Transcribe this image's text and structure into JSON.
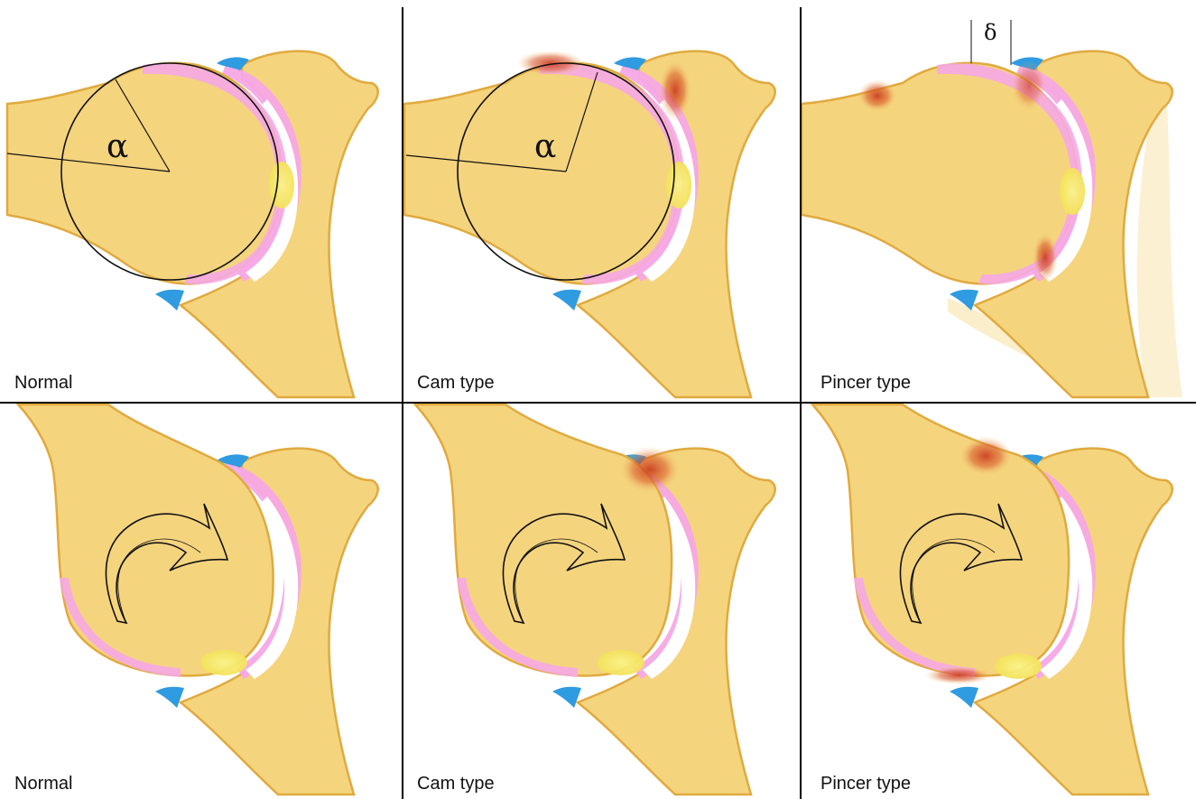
{
  "colors": {
    "bone_fill": "#f5d47e",
    "bone_outline": "#e0aa3e",
    "cartilage": "#f6a8e6",
    "labrum": "#2f9be0",
    "fat_pad": "#f7ec6a",
    "lesion": "#c9361c",
    "line": "#111111",
    "divider": "#000000",
    "background": "#ffffff"
  },
  "symbols": {
    "alpha": "α",
    "delta": "δ"
  },
  "panels": [
    {
      "label": "Normal",
      "row": "top",
      "type": "normal",
      "icon": "alpha-angle-icon"
    },
    {
      "label": "Cam type",
      "row": "top",
      "type": "cam",
      "icon": "alpha-angle-icon"
    },
    {
      "label": "Pincer type",
      "row": "top",
      "type": "pincer",
      "icon": "delta-overcoverage-icon"
    },
    {
      "label": "Normal",
      "row": "bottom",
      "type": "normal",
      "icon": "rotation-arrow-icon"
    },
    {
      "label": "Cam type",
      "row": "bottom",
      "type": "cam",
      "icon": "rotation-arrow-icon"
    },
    {
      "label": "Pincer type",
      "row": "bottom",
      "type": "pincer",
      "icon": "rotation-arrow-icon"
    }
  ]
}
